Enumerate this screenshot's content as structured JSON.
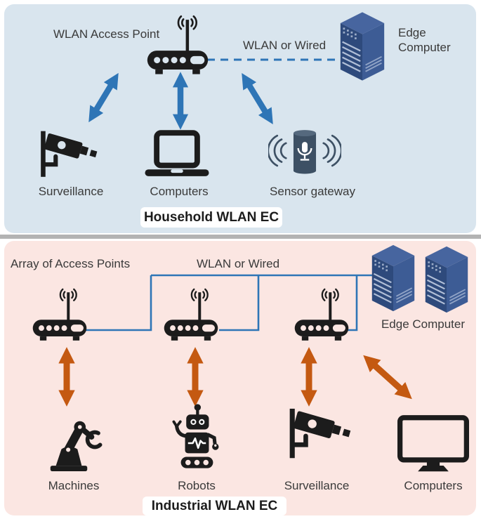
{
  "colors": {
    "household_bg": "#d9e5ee",
    "industrial_bg": "#fbe6e2",
    "link_blue": "#2e75b6",
    "arrow_orange": "#c45911",
    "icon_black": "#1c1c1c",
    "server_front": "#2e4a7c",
    "server_side": "#3d5c95",
    "server_top": "#47659f",
    "server_stripe": "#c9d4e8",
    "speaker_body": "#3d5064",
    "speaker_top": "#55697e",
    "divider": "#b3b3b3",
    "label_box_bg": "#ffffff",
    "text": "#3a3a3a"
  },
  "household": {
    "caption": "Household WLAN EC",
    "access_point_label": "WLAN Access Point",
    "link_label": "WLAN or Wired",
    "edge_computer_label": "Edge Computer",
    "devices": [
      {
        "label": "Surveillance"
      },
      {
        "label": "Computers"
      },
      {
        "label": "Sensor gateway"
      }
    ]
  },
  "industrial": {
    "caption": "Industrial WLAN EC",
    "access_points_label": "Array of Access Points",
    "link_label": "WLAN or Wired",
    "edge_computer_label": "Edge Computer",
    "devices": [
      {
        "label": "Machines"
      },
      {
        "label": "Robots"
      },
      {
        "label": "Surveillance"
      },
      {
        "label": "Computers"
      }
    ]
  }
}
